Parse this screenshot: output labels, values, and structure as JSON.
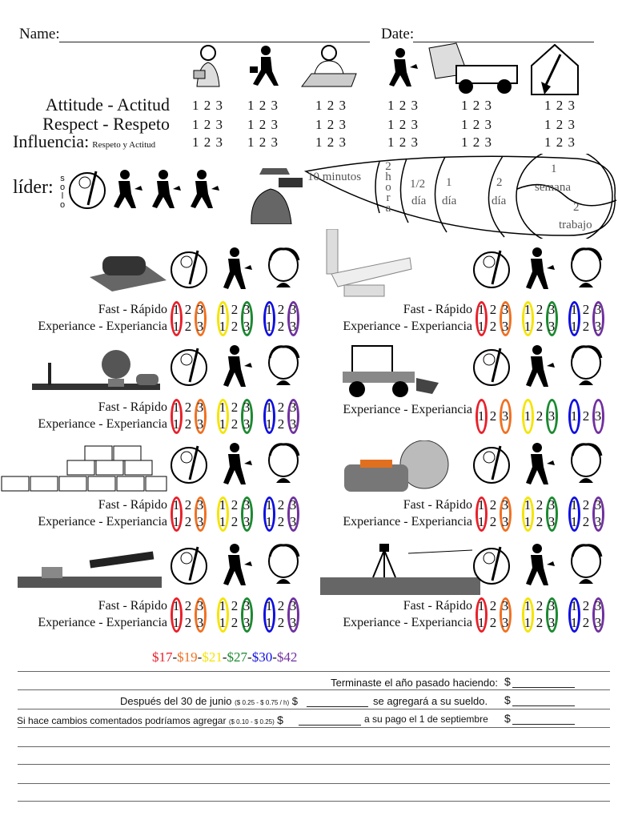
{
  "header": {
    "name_label": "Name:",
    "date_label": "Date:"
  },
  "columns": [
    "woman-with-money",
    "businessman-running",
    "man-at-desk",
    "worker-walking",
    "dump-truck",
    "house-with-shovel"
  ],
  "ratings": {
    "rows": [
      {
        "label": "Attitude - Actitud",
        "values": "1 2 3"
      },
      {
        "label": "Respect - Respeto",
        "values": "1 2 3"
      },
      {
        "label": "Influencia:",
        "sublabel": "Respeto y Actitud",
        "values": "1 2 3"
      }
    ]
  },
  "leader": {
    "label": "líder:",
    "solo": [
      "s",
      "o",
      "l",
      "o"
    ]
  },
  "timeline": {
    "segments": [
      "10 minutos",
      "2",
      "h",
      "o",
      "r",
      "a",
      "1/2",
      "día",
      "1",
      "día",
      "2",
      "día",
      "1",
      "semana",
      "2",
      "trabajo"
    ]
  },
  "panels": [
    {
      "name": "carpet-roll",
      "fast": "Fast - Rápido",
      "exp": "Experiance - Experiancia",
      "rows": 2
    },
    {
      "name": "pipe",
      "fast": "Fast - Rápido",
      "exp": "Experiance - Experiancia",
      "rows": 2
    },
    {
      "name": "landscaping",
      "fast": "Fast - Rápido",
      "exp": "Experiance - Experiancia",
      "rows": 2
    },
    {
      "name": "skid-steer",
      "fast": "",
      "exp": "Experiance - Experiancia",
      "rows": 1
    },
    {
      "name": "blocks",
      "fast": "Fast - Rápido",
      "exp": "Experiance - Experiancia",
      "rows": 2
    },
    {
      "name": "concrete-saw",
      "fast": "Fast - Rápido",
      "exp": "Experiance - Experiancia",
      "rows": 2
    },
    {
      "name": "compactor-beam",
      "fast": "Fast - Rápido",
      "exp": "Experiance - Experiancia",
      "rows": 2
    },
    {
      "name": "survey-level",
      "fast": "Fast - Rápido",
      "exp": "Experiance - Experiancia",
      "rows": 2
    }
  ],
  "rating_digits": [
    "1",
    "2",
    "3"
  ],
  "colors": [
    "#e8202a",
    "#f07020",
    "#f5e400",
    "#1a8a30",
    "#1010e0",
    "#7030a0"
  ],
  "wages": [
    "$17",
    "$19",
    "$21",
    "$27",
    "$30",
    "$42"
  ],
  "footer": {
    "line1": "Terminaste el año pasado haciendo:",
    "line2a": "Después del 30 de junio",
    "line2small": "($ 0.25 - $ 0.75 / h)",
    "line2b": "se agregará a su sueldo.",
    "line3a": "Si hace cambios comentados podríamos agregar",
    "line3small": "($ 0.10 - $ 0.25)",
    "line3b": "a su pago el 1 de septiembre",
    "dollar": "$"
  }
}
